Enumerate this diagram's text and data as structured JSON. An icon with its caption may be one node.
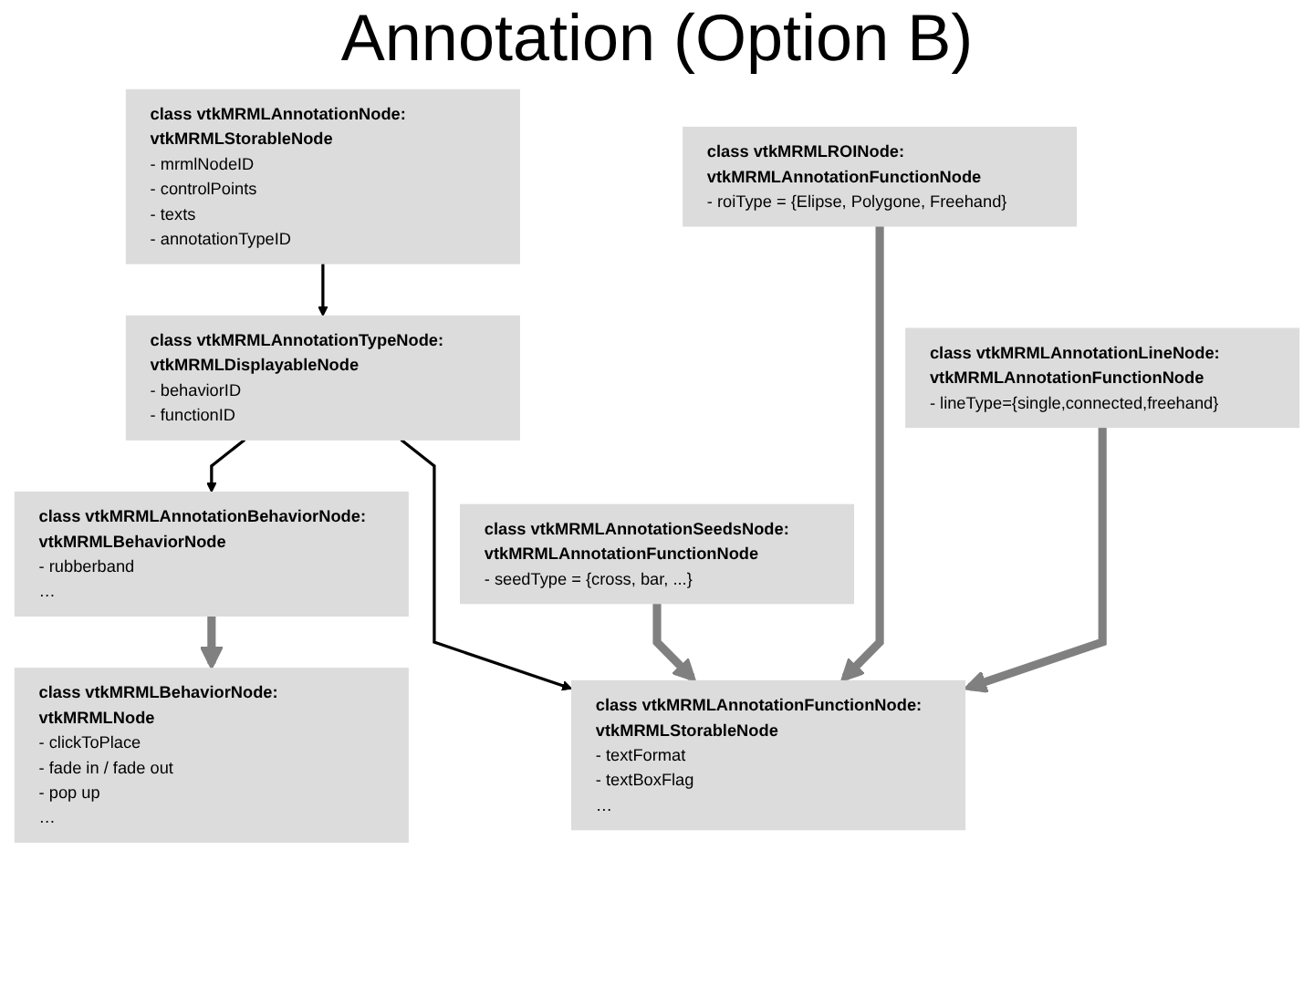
{
  "diagram": {
    "title": "Annotation (Option B)",
    "nodes": [
      {
        "text": [
          "class vtkMRMLAnnotationNode: vtkMRMLStorableNode",
          "- mrmlNodeID",
          "- controlPoints",
          "- texts",
          "- annotationTypeID"
        ]
      },
      {
        "text": [
          "class vtkMRMLAnnotationTypeNode: vtkMRMLDisplayableNode",
          "- behaviorID",
          "- functionID"
        ]
      },
      {
        "text": [
          "class vtkMRMLAnnotationSeedsNode: vtkMRMLAnnotationFunctionNode",
          "- seedType = {cross, bar, ...}"
        ]
      },
      {
        "text": [
          "class vtkMRMLROINode: vtkMRMLAnnotationFunctionNode",
          "- roiType = {Elipse, Polygone, Freehand}"
        ]
      },
      {
        "text": [
          "class vtkMRMLBehaviorNode: vtkMRMLNode",
          "- clickToPlace",
          "- fade in / fade out",
          "- pop up",
          "…"
        ]
      },
      {
        "text": [
          "class vtkMRMLAnnotationBehaviorNode: vtkMRMLBehaviorNode",
          "- rubberband",
          "…"
        ]
      },
      {
        "text": [
          "class vtkMRMLAnnotationFunctionNode: vtkMRMLStorableNode",
          "- textFormat",
          "- textBoxFlag",
          "…"
        ]
      },
      {
        "text": [
          "class vtkMRMLAnnotationLineNode: vtkMRMLAnnotationFunctionNode",
          "- lineType={single,connected,freehand}"
        ]
      }
    ],
    "edges": [
      {
        "from": 0,
        "to": 1,
        "arrow": "to",
        "color": "#000000"
      },
      {
        "from": 1,
        "to": 5,
        "arrow": "to",
        "color": "#000000"
      },
      {
        "from": 1,
        "to": 6,
        "arrow": "to",
        "color": "#000000"
      },
      {
        "from": 5,
        "to": 4,
        "arrow": "to"
      },
      {
        "from": 2,
        "to": 6,
        "arrow": "to"
      },
      {
        "from": 3,
        "to": 6,
        "arrow": "to"
      },
      {
        "from": 7,
        "to": 6,
        "arrow": "to"
      }
    ]
  }
}
